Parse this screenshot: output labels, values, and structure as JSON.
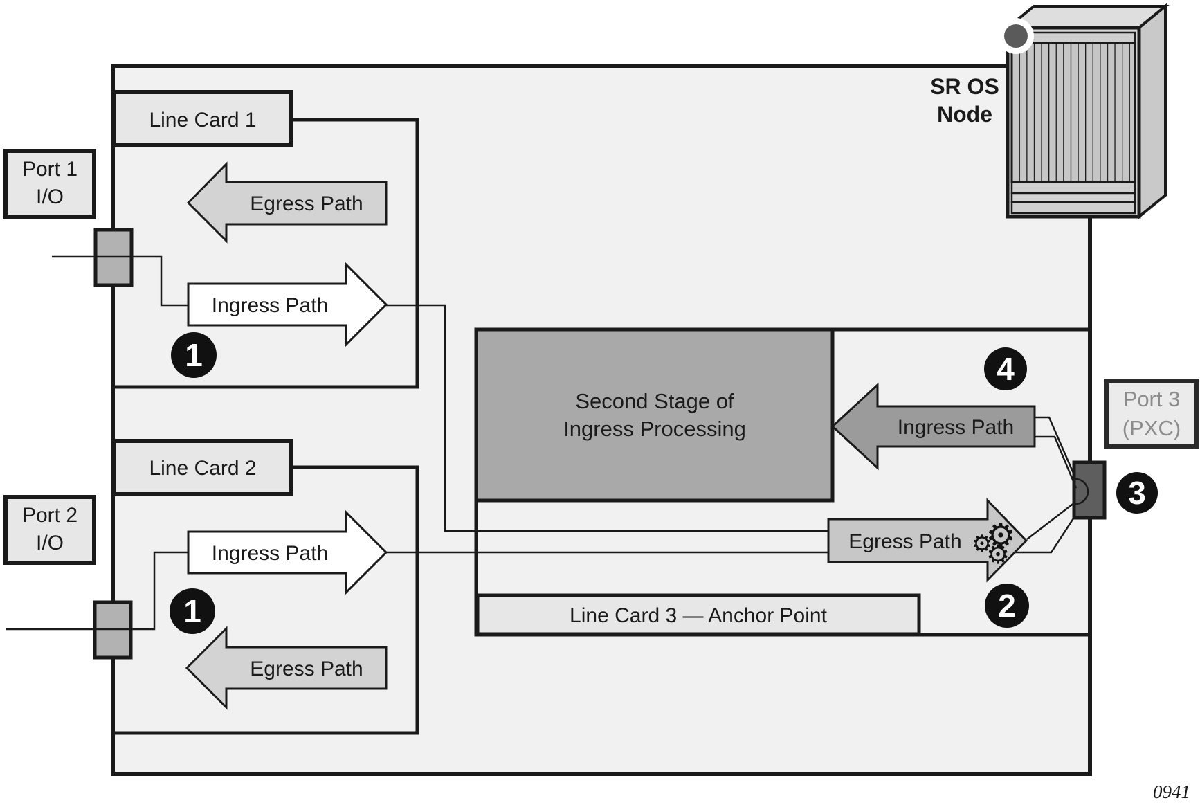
{
  "node": {
    "title_line1": "SR OS",
    "title_line2": "Node"
  },
  "figure_number": "0941",
  "line_card_1": {
    "label": "Line Card 1",
    "egress": "Egress Path",
    "ingress": "Ingress Path"
  },
  "line_card_2": {
    "label": "Line Card 2",
    "egress": "Egress Path",
    "ingress": "Ingress Path"
  },
  "anchor_card": {
    "label": "Line Card 3 — Anchor Point",
    "second_stage_line1": "Second Stage of",
    "second_stage_line2": "Ingress Processing",
    "ingress": "Ingress Path",
    "egress": "Egress Path"
  },
  "port_1": {
    "line1": "Port 1",
    "line2": "I/O"
  },
  "port_2": {
    "line1": "Port 2",
    "line2": "I/O"
  },
  "port_3": {
    "line1": "Port 3",
    "line2": "(PXC)"
  },
  "steps": {
    "s1": "1",
    "s2": "2",
    "s3": "3",
    "s4": "4"
  },
  "icons": {
    "gear": "⚙"
  },
  "colors": {
    "ink": "#1a1a1a",
    "outer_fill": "#f1f1f1",
    "label_fill": "#e7e7e7",
    "egress_fill": "#d3d3d3",
    "ingress_fill": "#ffffff",
    "second_stage_fill": "#a9a9a9",
    "anchor_ingress_fill": "#9b9b9b",
    "anchor_egress_fill": "#c7c7c7",
    "port_io_fill": "#b2b2b2",
    "port_pxc_fill": "#5e5e5e",
    "chassis_fill": "#d4d4d4",
    "chassis_band_fill": "#cfcfcf",
    "chassis_side_fill": "#c9c9c9",
    "chassis_top_fill": "#dedede",
    "slat_fill": "#c6c6c6",
    "badge_fill": "#111111",
    "badge_text": "#ffffff",
    "port3_text": "#8c8c8c"
  }
}
